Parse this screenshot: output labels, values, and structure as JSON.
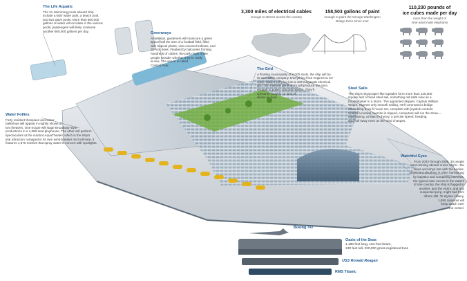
{
  "callouts": {
    "life_aquatic": {
      "title": "The Life Aquatic",
      "lines": [
        "The 21 swimming pools aboard ship",
        "include a kids' water park, a beach pool,",
        "and two wave pools. More than 600,000",
        "gallons of water will circulate in the various",
        "pools; passengers will likely consume",
        "another 660,000 gallons per day."
      ]
    },
    "greenways": {
      "title": "Greenways",
      "lines": [
        "Amidships, gardeners will manicure a green",
        "space half the size of a football field, filled",
        "with tropical plants, vine-covered trellises, and",
        "20-foot trees. Flanked by balconies fronting",
        "hundreds of cabins, the park might make",
        "people wonder whether they're really",
        "at sea. The space is called",
        "Central Park."
      ]
    },
    "grid": {
      "title": "The Grid",
      "lines": [
        "A floating municipality of 8,000 souls, the ship will be",
        "its own utility company. Everything from engines to ice-",
        "cube makers will plug into a 100-megawatt electrical",
        "grid. Six massive generators will produce the juice,",
        "enough to power 105,000 homes. They'll",
        "consume roughly 12 tons of",
        "diesel an hour."
      ]
    },
    "steel_sails": {
      "title": "Steel Sails",
      "lines": [
        "The ship's skyscraper-like topsides form more than 125,000",
        "square feet of fixed steel sail, something old salts view as a",
        "troublemaker in a storm. The appointed skipper, Captain William",
        "Wright, expects only smooth sailing. He'll command a bridge",
        "resembling a sci-fi movie set, complete with joystick controls.",
        "Unless a mutual override is tripped, computers will run the show—",
        "maintaining, at least in theory, a precise speed, heading,",
        "and hull sway even as the wind changes."
      ]
    },
    "water_follies": {
      "title": "Water Follies",
      "lines": [
        "Forty resident thespians and water",
        "ballerinas will appear in nightly shows at",
        "two theaters. One troupe will stage Broadway-style",
        "productions in a 1,380-seat playhouse. The other will perform",
        "spectaculars at the outdoor AquaTheater, which is the ship's",
        "star attraction: wrapped in its own wind-breaker microclimate, it",
        "features 1,870 nozzles that spray water in concert with spotlights."
      ]
    },
    "watchful_eyes": {
      "title": "Watchful Eyes",
      "lines": [
        "From 2003 through 2009, 30 people",
        "went missing aboard cruise ships—the",
        "faces and whys lost with the bodies.",
        "Shipboard sleuthing is often hamstrung",
        "by logistics and competing interests:",
        "the typical case occurs in the waters",
        "of one country, the ship is flagged in",
        "another, and the victim, and any",
        "suspected perp, might hail from",
        "others still. To stymie villainy,",
        "1,850 cameras will",
        "keep watch over",
        "the vessel."
      ]
    }
  },
  "facts": {
    "cables": {
      "big": "3,300 miles of electrical cables",
      "sm": "enough to stretch across the country"
    },
    "paint": {
      "big": "158,503 gallons of paint",
      "sm": [
        "enough to paint the George Washington",
        "Bridge three times over"
      ]
    },
    "ice": {
      "big": [
        "110,230 pounds of",
        "ice cubes made per day"
      ],
      "sm": [
        "more than the weight of",
        "nine adult male elephants"
      ]
    }
  },
  "comparison": {
    "boeing": "Boeing 747",
    "oasis_title": "Oasis of the Seas",
    "oasis_lines": [
      "1,180 feet long, 154-foot beam,",
      "240 feet tall, 220,000 gross registered tons"
    ],
    "reagan": "USS Ronald Reagan",
    "titanic": "RMS Titanic"
  },
  "colors": {
    "accent": "#1f5a8f",
    "hull": "#e9ebee",
    "deck": "#cfd6dd",
    "glass": "#5c7a92",
    "lifeboat": "#e4b21b",
    "green": "#6fae3b"
  },
  "icons": [
    "usa-map-icon",
    "bridge-icon",
    "elephant-icon"
  ]
}
